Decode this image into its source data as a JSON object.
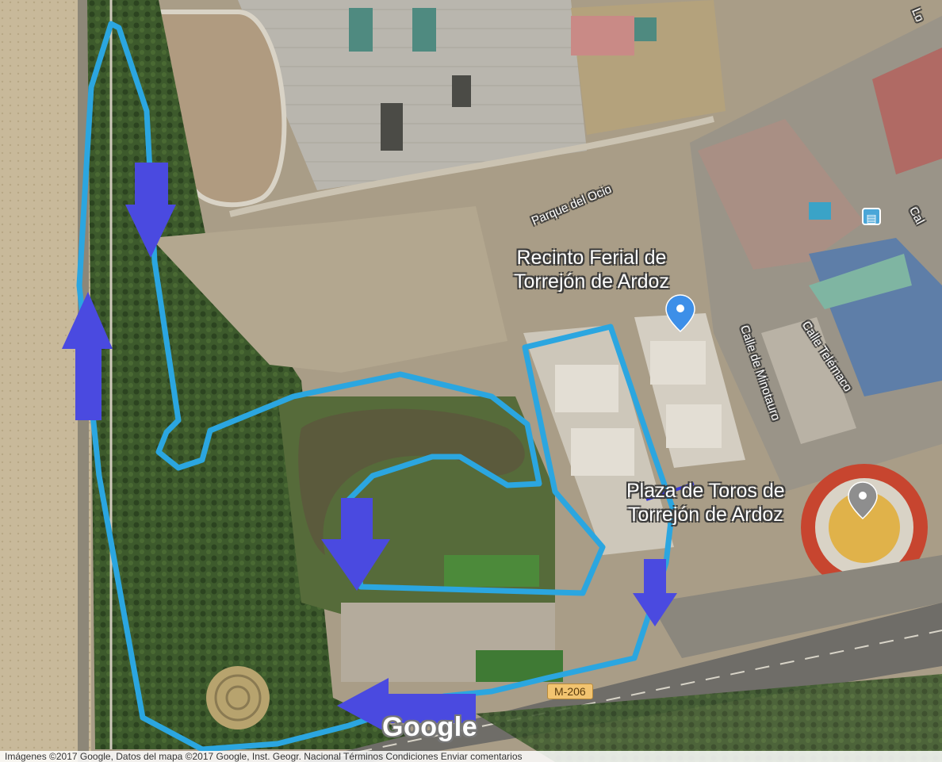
{
  "map": {
    "labels": {
      "parque": "Parque del Ocio",
      "recinto": "Recinto Ferial de\nTorrejón de Ardoz",
      "plaza": "Plaza de Toros de\nTorrejón de Ardoz",
      "calle_minotauro": "Calle de Minotauro",
      "calle_telemaco": "Calle Telémaco",
      "edge_top": "Lo",
      "edge_right": "Cal",
      "road": "M-206"
    },
    "branding": {
      "google": "Google",
      "attribution": "Imágenes ©2017 Google, Datos del mapa ©2017 Google, Inst. Geogr. Nacional   Términos   Condiciones   Enviar comentarios"
    },
    "icons": {
      "pin": "map-pin-icon",
      "bus": "bus-stop-icon",
      "arrow": "direction-arrow-icon"
    },
    "colors": {
      "route": "#2ba6e0",
      "arrow": "#4a4ae0",
      "pin": "#3d8fe8",
      "plaza_pin": "#8e8e8e"
    }
  }
}
